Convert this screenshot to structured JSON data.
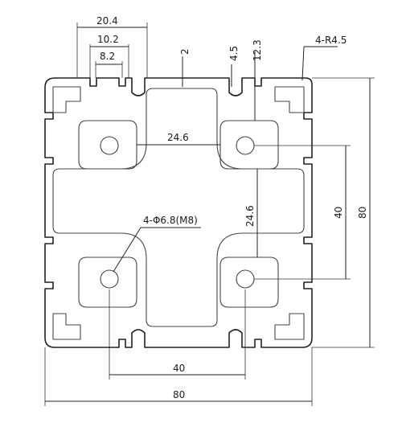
{
  "dimensions": {
    "slot_outer_width": "20.4",
    "slot_mid_width": "10.2",
    "slot_inner_width": "8.2",
    "wall_thickness": "2",
    "lip_depth": "4.5",
    "slot_depth": "12.3",
    "corner_radius": "4-R4.5",
    "hole_pitch_horizontal": "24.6",
    "hole_pitch_vertical": "24.6",
    "hole_spacing_horizontal": "40",
    "hole_spacing_vertical": "40",
    "overall_width": "80",
    "overall_height": "80",
    "center_hole": "4-Φ6.8(M8)"
  }
}
